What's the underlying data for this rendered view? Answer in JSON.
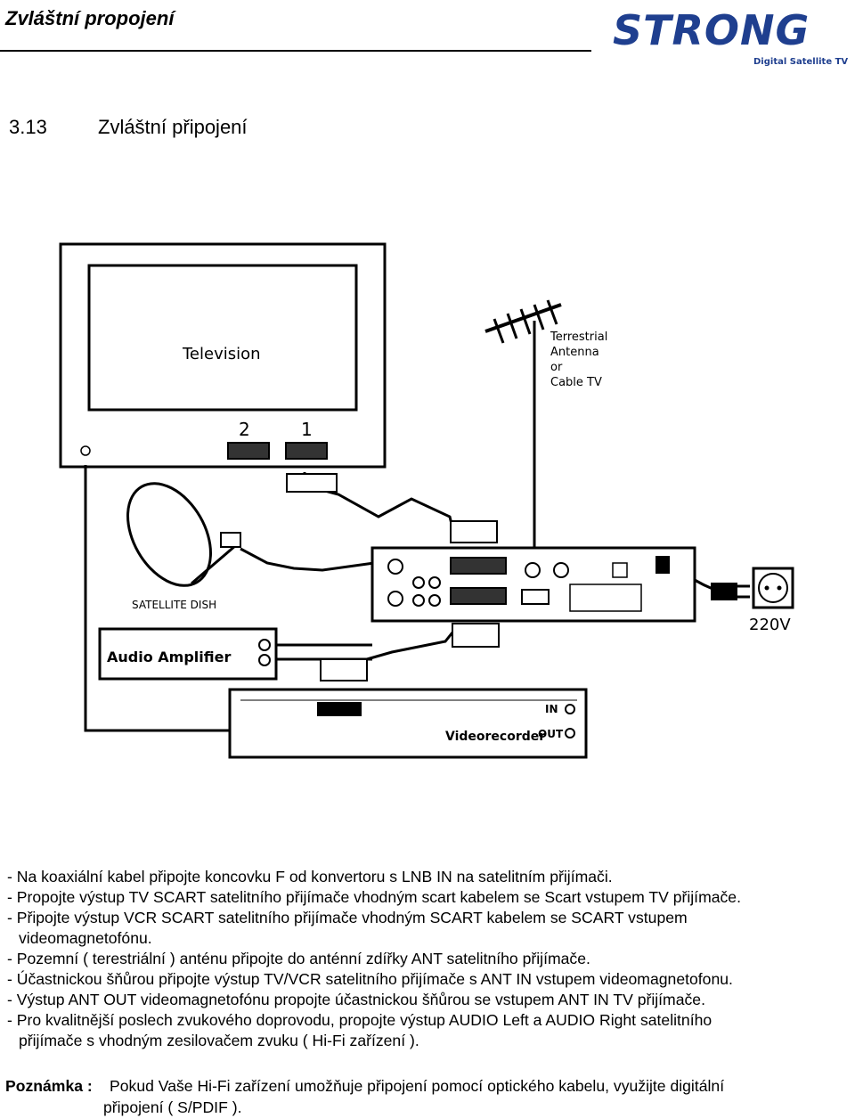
{
  "header": {
    "title": "Zvláštní propojení",
    "logo_text": "STRONG",
    "logo_subtext": "Digital Satellite TV"
  },
  "section": {
    "number": "3.13",
    "title": "Zvláštní připojení"
  },
  "diagram": {
    "tv_label": "Television",
    "scart_2": "2",
    "scart_1": "1",
    "antenna_label_1": "Terrestrial",
    "antenna_label_2": "Antenna",
    "antenna_label_3": "or",
    "antenna_label_4": "Cable TV",
    "dish_label": "SATELLITE DISH",
    "amplifier_label": "Audio Amplifier",
    "vcr_label": "Videorecorder",
    "vcr_in": "IN",
    "vcr_out": "OUT",
    "power_label": "220V"
  },
  "instructions": [
    {
      "text": "- Na koaxiální kabel připojte koncovku F od konvertoru s LNB IN na satelitním přijímači."
    },
    {
      "text": "- Propojte výstup TV SCART satelitního přijímače vhodným scart kabelem se Scart vstupem TV přijímače."
    },
    {
      "text": "- Připojte výstup VCR SCART satelitního přijímače vhodným SCART kabelem se SCART vstupem"
    },
    {
      "text": "videomagnetofónu."
    },
    {
      "text": "- Pozemní ( terestriální ) anténu připojte do anténní zdířky ANT satelitního přijímače."
    },
    {
      "text": "- Účastnickou šňůrou připojte výstup TV/VCR satelitního přijímače s ANT IN vstupem videomagnetofonu."
    },
    {
      "text": "- Výstup ANT OUT videomagnetofónu propojte účastnickou šňůrou se vstupem ANT IN TV přijímače."
    },
    {
      "text": "- Pro kvalitnější poslech zvukového doprovodu, propojte výstup AUDIO Left a AUDIO Right satelitního"
    },
    {
      "text": "přijímače s vhodným zesilovačem zvuku ( Hi-Fi zařízení )."
    }
  ],
  "note": {
    "label": "Poznámka :",
    "text_1": "Pokud Vaše Hi-Fi zařízení umožňuje připojení pomocí optického kabelu, využijte digitální",
    "text_2": "připojení ( S/PDIF )."
  }
}
